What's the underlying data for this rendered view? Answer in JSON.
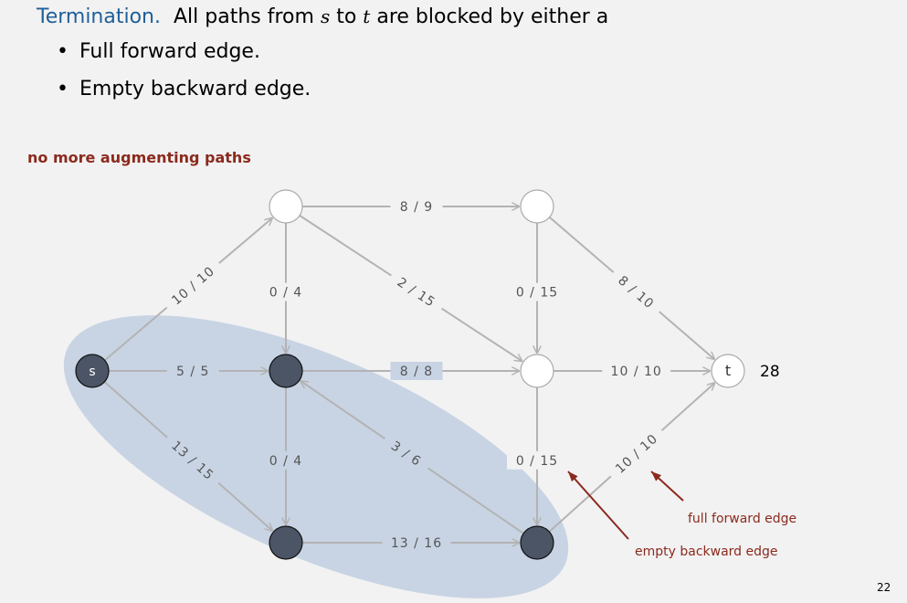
{
  "header": {
    "keyword": "Termination.",
    "text_before_s": "All paths from",
    "s": "s",
    "to": "to",
    "t": "t",
    "text_after": "are blocked by either a"
  },
  "bullets": [
    "Full forward edge.",
    "Empty backward edge."
  ],
  "subtitle": "no more augmenting paths",
  "page_number": "22",
  "flow_value": "28",
  "nodes": [
    {
      "id": "s",
      "label": "s",
      "cut": true
    },
    {
      "id": "a",
      "label": "",
      "cut": false
    },
    {
      "id": "b",
      "label": "",
      "cut": false
    },
    {
      "id": "c",
      "label": "",
      "cut": true
    },
    {
      "id": "d",
      "label": "",
      "cut": false
    },
    {
      "id": "t",
      "label": "t",
      "cut": false
    },
    {
      "id": "e",
      "label": "",
      "cut": true
    },
    {
      "id": "f",
      "label": "",
      "cut": true
    }
  ],
  "edges": [
    {
      "from": "s",
      "to": "a",
      "label": "10 / 10"
    },
    {
      "from": "a",
      "to": "b",
      "label": "8 / 9"
    },
    {
      "from": "b",
      "to": "t",
      "label": "8 / 10"
    },
    {
      "from": "a",
      "to": "c",
      "label": "0 / 4"
    },
    {
      "from": "a",
      "to": "d",
      "label": "2 / 15"
    },
    {
      "from": "b",
      "to": "d",
      "label": "0 / 15"
    },
    {
      "from": "s",
      "to": "c",
      "label": "5 / 5"
    },
    {
      "from": "c",
      "to": "d",
      "label": "8 / 8"
    },
    {
      "from": "d",
      "to": "t",
      "label": "10 / 10"
    },
    {
      "from": "s",
      "to": "e",
      "label": "13 / 15"
    },
    {
      "from": "c",
      "to": "e",
      "label": "0 / 4"
    },
    {
      "from": "f",
      "to": "c",
      "label": "3 / 6"
    },
    {
      "from": "d",
      "to": "f",
      "label": "0 / 15"
    },
    {
      "from": "e",
      "to": "f",
      "label": "13 / 16"
    },
    {
      "from": "f",
      "to": "t",
      "label": "10 / 10"
    }
  ],
  "annotations": {
    "full_forward": "full forward edge",
    "empty_backward": "empty backward edge"
  },
  "colors": {
    "cut_node": "#4b5566",
    "cut_region": "#c8d4e4",
    "edge": "#b3b3b3",
    "annotation": "#8b2a1e",
    "keyword": "#1f5f99"
  }
}
